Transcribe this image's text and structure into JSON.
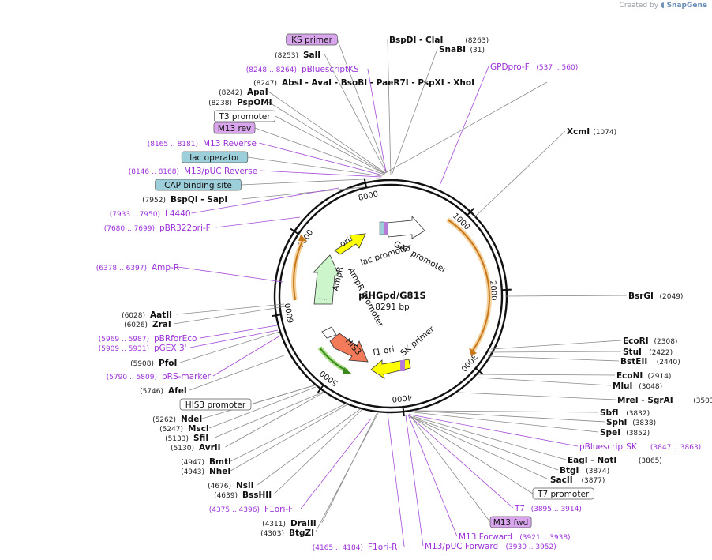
{
  "credit": {
    "prefix": "Created by",
    "brand": "SnapGene"
  },
  "plasmid": {
    "name": "piHGpd/G81S",
    "size": "8291 bp"
  },
  "ticks": [
    "1000",
    "2000",
    "3000",
    "4000",
    "5000",
    "6000",
    "7000",
    "8000"
  ],
  "labels_left": [
    {
      "text": "KS primer",
      "kind": "box",
      "fill": "#d9a6ee"
    },
    {
      "text": "SalI",
      "pos": "(8253)",
      "kind": "enz"
    },
    {
      "text": "pBluescriptKS",
      "pos": "(8248 .. 8264)",
      "kind": "feat"
    },
    {
      "text": "AbsI  -  AvaI  -  BsoBI  -  PaeR7I  -  PspXI  -  XhoI",
      "pos": "(8247)",
      "kind": "enz"
    },
    {
      "text": "ApaI",
      "pos": "(8242)",
      "kind": "enz"
    },
    {
      "text": "PspOMI",
      "pos": "(8238)",
      "kind": "enz"
    },
    {
      "text": "T3 promoter",
      "kind": "box",
      "fill": "#ffffff"
    },
    {
      "text": "M13 rev",
      "kind": "box",
      "fill": "#d9a6ee"
    },
    {
      "text": "M13 Reverse",
      "pos": "(8165 .. 8181)",
      "kind": "feat"
    },
    {
      "text": "lac operator",
      "kind": "box",
      "fill": "#9dcfdb"
    },
    {
      "text": "M13/pUC Reverse",
      "pos": "(8146 .. 8168)",
      "kind": "feat"
    },
    {
      "text": "CAP binding site",
      "kind": "box",
      "fill": "#9dcfdb"
    },
    {
      "text": "BspQI  -  SapI",
      "pos": "(7952)",
      "kind": "enz"
    },
    {
      "text": "L4440",
      "pos": "(7933 .. 7950)",
      "kind": "feat"
    },
    {
      "text": "pBR322ori-F",
      "pos": "(7680 .. 7699)",
      "kind": "feat"
    },
    {
      "text": "Amp-R",
      "pos": "(6378 .. 6397)",
      "kind": "feat"
    },
    {
      "text": "AatII",
      "pos": "(6028)",
      "kind": "enz"
    },
    {
      "text": "ZraI",
      "pos": "(6026)",
      "kind": "enz"
    },
    {
      "text": "pBRforEco",
      "pos": "(5969 .. 5987)",
      "kind": "feat"
    },
    {
      "text": "pGEX 3'",
      "pos": "(5909 .. 5931)",
      "kind": "feat"
    },
    {
      "text": "PfoI",
      "pos": "(5908)",
      "kind": "enz"
    },
    {
      "text": "pRS-marker",
      "pos": "(5790 .. 5809)",
      "kind": "feat"
    },
    {
      "text": "AfeI",
      "pos": "(5746)",
      "kind": "enz"
    },
    {
      "text": "HIS3 promoter",
      "kind": "box",
      "fill": "#ffffff"
    },
    {
      "text": "NdeI",
      "pos": "(5262)",
      "kind": "enz"
    },
    {
      "text": "MscI",
      "pos": "(5247)",
      "kind": "enz"
    },
    {
      "text": "SfiI",
      "pos": "(5133)",
      "kind": "enz"
    },
    {
      "text": "AvrII",
      "pos": "(5130)",
      "kind": "enz"
    },
    {
      "text": "BmtI",
      "pos": "(4947)",
      "kind": "enz"
    },
    {
      "text": "NheI",
      "pos": "(4943)",
      "kind": "enz"
    },
    {
      "text": "NsiI",
      "pos": "(4676)",
      "kind": "enz"
    },
    {
      "text": "BssHII",
      "pos": "(4639)",
      "kind": "enz"
    },
    {
      "text": "F1ori-F",
      "pos": "(4375 .. 4396)",
      "kind": "feat"
    },
    {
      "text": "DraIII",
      "pos": "(4311)",
      "kind": "enz"
    },
    {
      "text": "BtgZI",
      "pos": "(4303)",
      "kind": "enz"
    },
    {
      "text": "F1ori-R",
      "pos": "(4165 .. 4184)",
      "kind": "feat"
    }
  ],
  "labels_right": [
    {
      "text": "BspDI  -  ClaI",
      "pos": "(8263)",
      "kind": "enz"
    },
    {
      "text": "SnaBI",
      "pos": "(31)",
      "kind": "enz"
    },
    {
      "text": "GPDpro-F",
      "pos": "(537 .. 560)",
      "kind": "feat"
    },
    {
      "text": "XcmI",
      "pos": "(1074)",
      "kind": "enz"
    },
    {
      "text": "BsrGI",
      "pos": "(2049)",
      "kind": "enz"
    },
    {
      "text": "EcoRI",
      "pos": "(2308)",
      "kind": "enz"
    },
    {
      "text": "StuI",
      "pos": "(2422)",
      "kind": "enz"
    },
    {
      "text": "BstEII",
      "pos": "(2440)",
      "kind": "enz"
    },
    {
      "text": "EcoNI",
      "pos": "(2914)",
      "kind": "enz"
    },
    {
      "text": "MluI",
      "pos": "(3048)",
      "kind": "enz"
    },
    {
      "text": "MreI  -  SgrAI",
      "pos": "(3503)",
      "kind": "enz"
    },
    {
      "text": "SbfI",
      "pos": "(3832)",
      "kind": "enz"
    },
    {
      "text": "SphI",
      "pos": "(3838)",
      "kind": "enz"
    },
    {
      "text": "SpeI",
      "pos": "(3852)",
      "kind": "enz"
    },
    {
      "text": "pBluescriptSK",
      "pos": "(3847 .. 3863)",
      "kind": "feat"
    },
    {
      "text": "EagI  -  NotI",
      "pos": "(3865)",
      "kind": "enz"
    },
    {
      "text": "BtgI",
      "pos": "(3874)",
      "kind": "enz"
    },
    {
      "text": "SacII",
      "pos": "(3877)",
      "kind": "enz"
    },
    {
      "text": "T7 promoter",
      "kind": "box",
      "fill": "#ffffff"
    },
    {
      "text": "T7",
      "pos": "(3895 .. 3914)",
      "kind": "feat"
    },
    {
      "text": "M13 fwd",
      "kind": "box",
      "fill": "#d9a6ee"
    },
    {
      "text": "M13 Forward",
      "pos": "(3921 .. 3938)",
      "kind": "feat"
    },
    {
      "text": "M13/pUC Forward",
      "pos": "(3930 .. 3952)",
      "kind": "feat"
    }
  ],
  "inner_features": [
    {
      "text": "GAP promoter"
    },
    {
      "text": "lac promoter"
    },
    {
      "text": "ori"
    },
    {
      "text": "AmpR"
    },
    {
      "text": "AmpR promoter"
    },
    {
      "text": "HIS3"
    },
    {
      "text": "f1 ori"
    },
    {
      "text": "SK primer"
    }
  ],
  "colors": {
    "primer": "#9b30d9",
    "ori": "#ffff00",
    "ampr": "#ccf5cc",
    "his3": "#f47b5a",
    "orf": "#f0a43a",
    "promoter": "#ffffff",
    "lacop": "#9dcfdb"
  }
}
